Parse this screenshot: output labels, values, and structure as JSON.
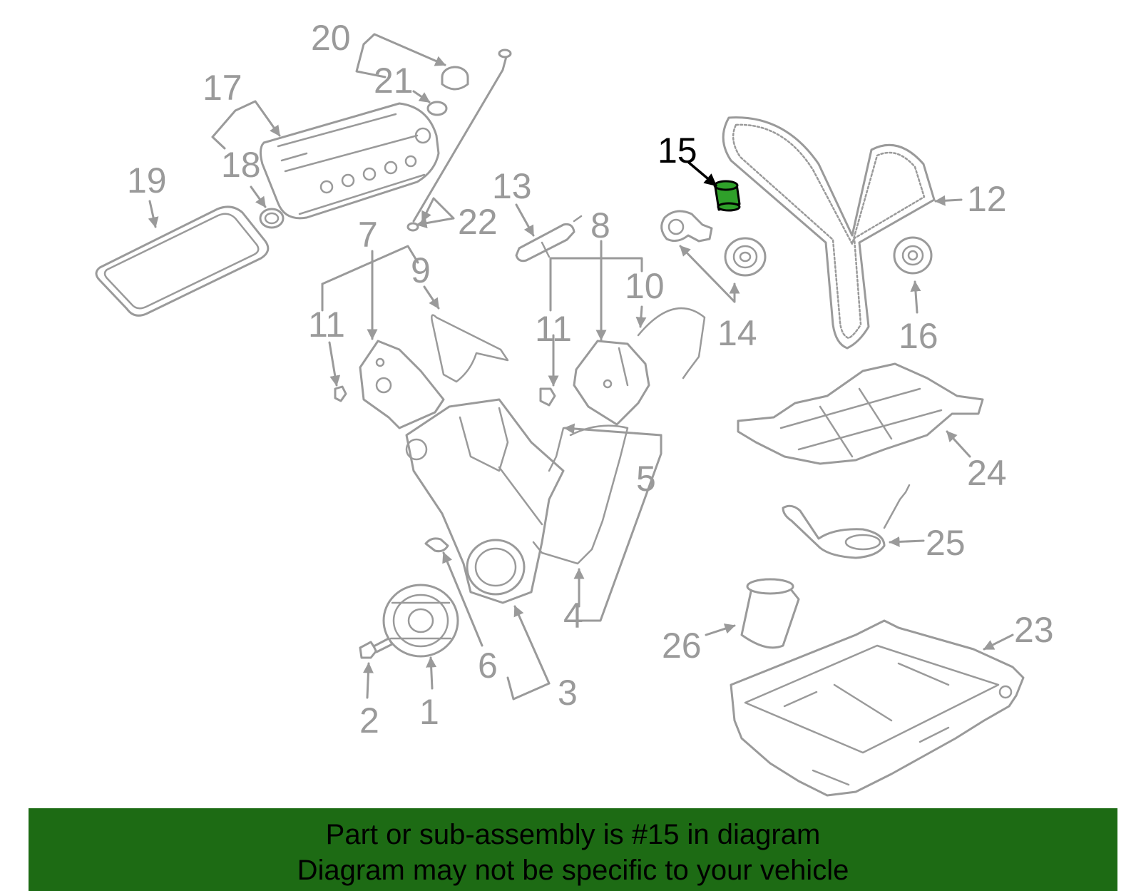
{
  "callouts": [
    "1",
    "2",
    "3",
    "4",
    "5",
    "6",
    "7",
    "8",
    "9",
    "10",
    "11",
    "11",
    "12",
    "13",
    "14",
    "15",
    "16",
    "17",
    "18",
    "19",
    "20",
    "21",
    "22",
    "23",
    "24",
    "25",
    "26"
  ],
  "highlighted_part": "15",
  "colors": {
    "banner": "#1d6b14",
    "highlight_fill": "#2fa02a",
    "line": "#9a9a9a",
    "text": "#000000"
  },
  "banner": {
    "line1": "Part or sub-assembly is #15 in diagram",
    "line2": "Diagram may not be specific to your vehicle"
  }
}
